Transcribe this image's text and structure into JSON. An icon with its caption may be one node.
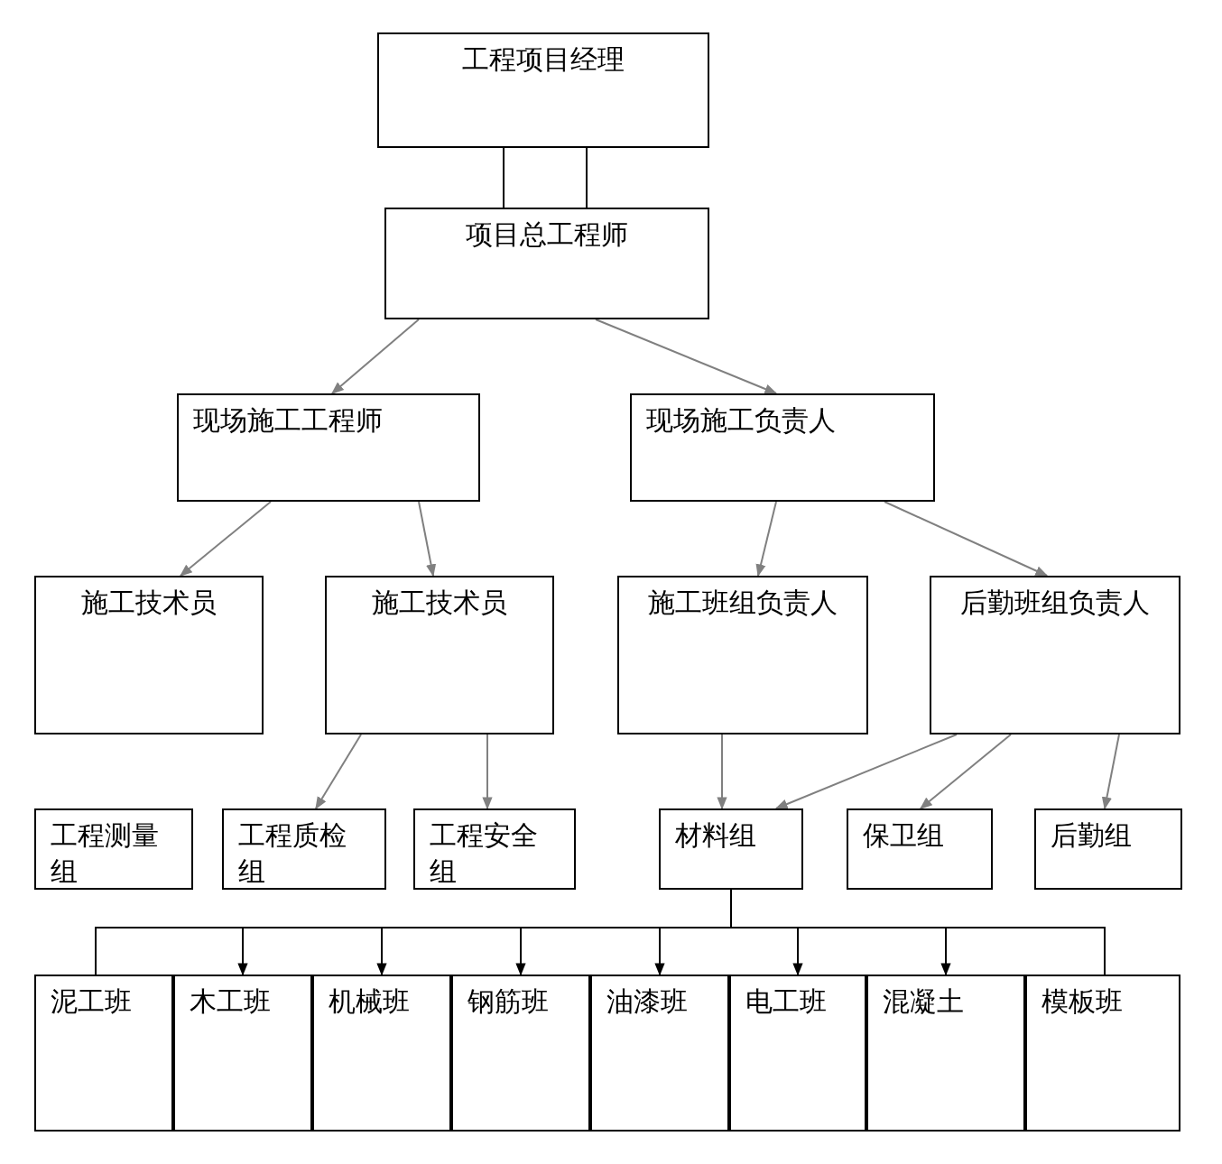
{
  "diagram": {
    "nodes": [
      {
        "text": [
          "工程项目经理"
        ]
      },
      {
        "text": [
          "项目总工程师"
        ]
      },
      {
        "text": [
          "现场施工工程师"
        ]
      },
      {
        "text": [
          "现场施工负责人"
        ]
      },
      {
        "text": [
          "施工技术员"
        ]
      },
      {
        "text": [
          "施工技术员"
        ]
      },
      {
        "text": [
          "施工班组负责人"
        ]
      },
      {
        "text": [
          "后勤班组负责人"
        ]
      },
      {
        "text": [
          "工程测量组"
        ]
      },
      {
        "text": [
          "工程质检组"
        ]
      },
      {
        "text": [
          "工程安全组"
        ]
      },
      {
        "text": [
          "材料组"
        ]
      },
      {
        "text": [
          "保卫组"
        ]
      },
      {
        "text": [
          "后勤组"
        ]
      },
      {
        "text": [
          "泥工班"
        ]
      },
      {
        "text": [
          "木工班"
        ]
      },
      {
        "text": [
          "机械班"
        ]
      },
      {
        "text": [
          "钢筋班"
        ]
      },
      {
        "text": [
          "油漆班"
        ]
      },
      {
        "text": [
          "电工班"
        ]
      },
      {
        "text": [
          "混凝土"
        ]
      },
      {
        "text": [
          "模板班"
        ]
      }
    ],
    "edges": [
      {
        "from": 0,
        "to": 1,
        "arrow": "none",
        "color": "#000000"
      },
      {
        "from": 0,
        "to": 1,
        "arrow": "none",
        "color": "#000000"
      },
      {
        "from": 1,
        "to": 2,
        "arrow": "to"
      },
      {
        "from": 1,
        "to": 3,
        "arrow": "to"
      },
      {
        "from": 2,
        "to": 4,
        "arrow": "to"
      },
      {
        "from": 2,
        "to": 5,
        "arrow": "to"
      },
      {
        "from": 3,
        "to": 6,
        "arrow": "to"
      },
      {
        "from": 3,
        "to": 7,
        "arrow": "to"
      },
      {
        "from": 5,
        "to": 9,
        "arrow": "to"
      },
      {
        "from": 5,
        "to": 10,
        "arrow": "to"
      },
      {
        "from": 6,
        "to": 11,
        "arrow": "to"
      },
      {
        "from": 7,
        "to": 11,
        "arrow": "to"
      },
      {
        "from": 7,
        "to": 12,
        "arrow": "to"
      },
      {
        "from": 7,
        "to": 13,
        "arrow": "to"
      },
      {
        "from": 11,
        "to": 14,
        "arrow": "none",
        "color": "#000000"
      },
      {
        "from": 11,
        "to": 15,
        "arrow": "to",
        "color": "#000000"
      },
      {
        "from": 11,
        "to": 16,
        "arrow": "to",
        "color": "#000000"
      },
      {
        "from": 11,
        "to": 17,
        "arrow": "to",
        "color": "#000000"
      },
      {
        "from": 11,
        "to": 18,
        "arrow": "to",
        "color": "#000000"
      },
      {
        "from": 11,
        "to": 19,
        "arrow": "to",
        "color": "#000000"
      },
      {
        "from": 11,
        "to": 20,
        "arrow": "to",
        "color": "#000000"
      },
      {
        "from": 11,
        "to": 21,
        "arrow": "none",
        "color": "#000000"
      }
    ]
  }
}
